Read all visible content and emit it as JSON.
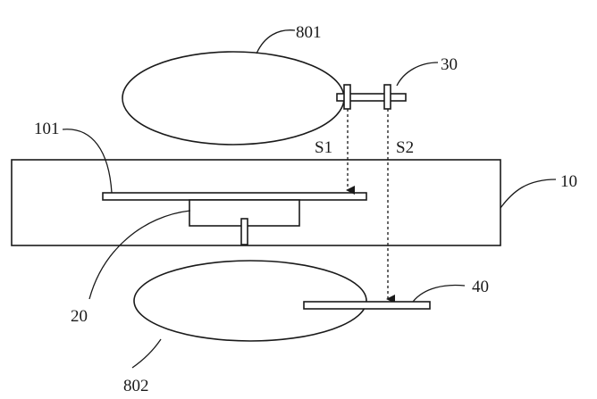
{
  "labels": {
    "ref_801": "801",
    "ref_30": "30",
    "ref_101": "101",
    "ref_s1": "S1",
    "ref_s2": "S2",
    "ref_10": "10",
    "ref_20": "20",
    "ref_40": "40",
    "ref_802": "802"
  }
}
